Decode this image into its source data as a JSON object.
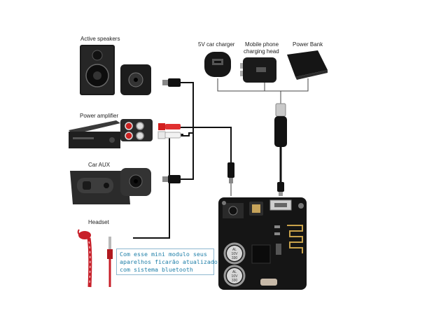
{
  "labels": {
    "active_speakers": "Active speakers",
    "power_amplifier": "Power amplifier",
    "car_aux": "Car AUX",
    "headset": "Headset",
    "car_charger": "5V car charger",
    "phone_head_line1": "Mobile phone",
    "phone_head_line2": "charging head",
    "power_bank": "Power Bank"
  },
  "caption": {
    "line1": "Com esse mini modulo seus",
    "line2": "aparelhos ficarão atualizado",
    "line3": "com sistema bluetooth"
  },
  "board": {
    "cap1_line1": "AL",
    "cap1_line2": "10V",
    "cap1_line3": "330",
    "cap2_line1": "AL",
    "cap2_line2": "10V",
    "cap2_line3": "330"
  },
  "colors": {
    "cable": "#111111",
    "rca_red": "#d21f1f",
    "headset_red": "#c8202a",
    "caption_text": "#1f7fa8",
    "caption_border": "#8fb8d0",
    "board": "#151515",
    "antenna": "#c9a24a"
  }
}
